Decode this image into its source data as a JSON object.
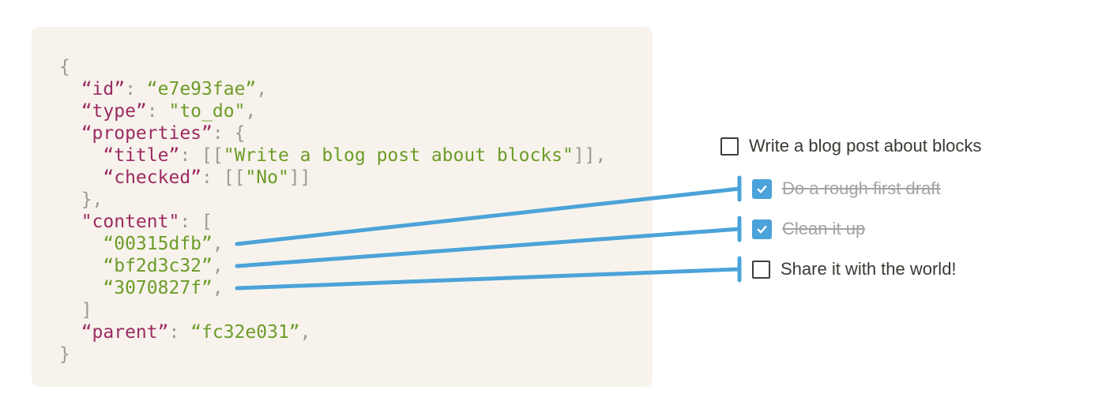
{
  "colors": {
    "page_bg": "#ffffff",
    "code_bg": "#f7f3ec",
    "key": "#9c2b63",
    "string": "#6d9c28",
    "punctuation": "#9b9a95",
    "connector_blue": "#4ba3d9",
    "todo_text": "#3b3934",
    "todo_done_text": "#a5a4a1",
    "checkbox_border": "#3f3d38",
    "checkbox_checked_bg": "#4ba3d9"
  },
  "code_block": {
    "lines": [
      {
        "tokens": [
          {
            "text": "{",
            "type": "punct"
          }
        ]
      },
      {
        "tokens": [
          {
            "text": "  “id”",
            "type": "key"
          },
          {
            "text": ": ",
            "type": "punct"
          },
          {
            "text": "“e7e93fae”",
            "type": "string"
          },
          {
            "text": ",",
            "type": "punct"
          }
        ]
      },
      {
        "tokens": [
          {
            "text": "  “type”",
            "type": "key"
          },
          {
            "text": ": ",
            "type": "punct"
          },
          {
            "text": "\"to_do\"",
            "type": "string"
          },
          {
            "text": ",",
            "type": "punct"
          }
        ]
      },
      {
        "tokens": [
          {
            "text": "  “properties”",
            "type": "key"
          },
          {
            "text": ": {",
            "type": "punct"
          }
        ]
      },
      {
        "tokens": [
          {
            "text": "    “title”",
            "type": "key"
          },
          {
            "text": ": [[",
            "type": "punct"
          },
          {
            "text": "\"Write a blog post about blocks\"",
            "type": "string"
          },
          {
            "text": "]],",
            "type": "punct"
          }
        ]
      },
      {
        "tokens": [
          {
            "text": "    “checked”",
            "type": "key"
          },
          {
            "text": ": [[",
            "type": "punct"
          },
          {
            "text": "\"No\"",
            "type": "string"
          },
          {
            "text": "]]",
            "type": "punct"
          }
        ]
      },
      {
        "tokens": [
          {
            "text": "  },",
            "type": "punct"
          }
        ]
      },
      {
        "tokens": [
          {
            "text": "  \"content\"",
            "type": "key"
          },
          {
            "text": ": [",
            "type": "punct"
          }
        ]
      },
      {
        "tokens": [
          {
            "text": "    “00315dfb”",
            "type": "string"
          },
          {
            "text": ",",
            "type": "punct"
          }
        ]
      },
      {
        "tokens": [
          {
            "text": "    “bf2d3c32”",
            "type": "string"
          },
          {
            "text": ",",
            "type": "punct"
          }
        ]
      },
      {
        "tokens": [
          {
            "text": "    “3070827f”",
            "type": "string"
          },
          {
            "text": ",",
            "type": "punct"
          }
        ]
      },
      {
        "tokens": [
          {
            "text": "  ]",
            "type": "punct"
          }
        ]
      },
      {
        "tokens": [
          {
            "text": "  “parent”",
            "type": "key"
          },
          {
            "text": ": ",
            "type": "punct"
          },
          {
            "text": "“fc32e031”",
            "type": "string"
          },
          {
            "text": ",",
            "type": "punct"
          }
        ]
      },
      {
        "tokens": [
          {
            "text": "}",
            "type": "punct"
          }
        ]
      }
    ]
  },
  "todo_list": {
    "items": [
      {
        "label": "Write a blog post about blocks",
        "checked": false,
        "completed": false
      },
      {
        "label": "Do a rough first draft",
        "checked": true,
        "completed": true
      },
      {
        "label": "Clean it up",
        "checked": true,
        "completed": true
      },
      {
        "label": "Share it with the world!",
        "checked": false,
        "completed": false
      }
    ]
  },
  "connectors": [
    {
      "source_id": "00315dfb",
      "from_code_line": 8,
      "to_item": 1
    },
    {
      "source_id": "bf2d3c32",
      "from_code_line": 9,
      "to_item": 2
    },
    {
      "source_id": "3070827f",
      "from_code_line": 10,
      "to_item": 3
    }
  ]
}
